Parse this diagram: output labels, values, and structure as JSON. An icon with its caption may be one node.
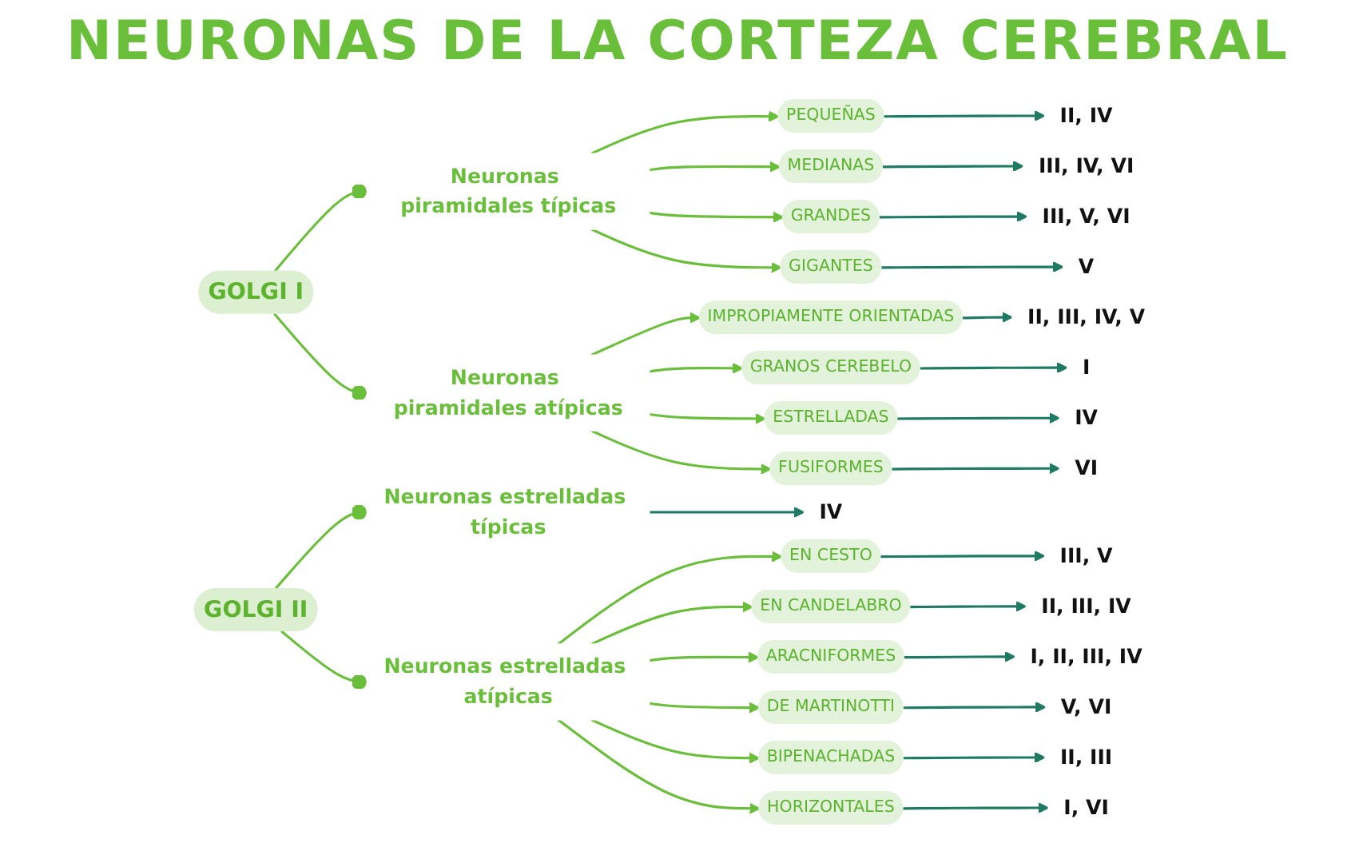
{
  "diagram": {
    "title": "NEURONAS DE LA CORTEZA CEREBRAL",
    "nodes": [
      {
        "text": [
          "GOLGI I"
        ]
      },
      {
        "text": [
          "Neuronas piramidales típicas"
        ]
      },
      {
        "text": [
          "PEQUEÑAS"
        ]
      },
      {
        "text": [
          "II, IV"
        ]
      },
      {
        "text": [
          "MEDIANAS"
        ]
      },
      {
        "text": [
          "III, IV, VI"
        ]
      },
      {
        "text": [
          "GRANDES"
        ]
      },
      {
        "text": [
          "III, V, VI"
        ]
      },
      {
        "text": [
          "GIGANTES"
        ]
      },
      {
        "text": [
          "V"
        ]
      },
      {
        "text": [
          "Neuronas piramidales atípicas"
        ]
      },
      {
        "text": [
          "IMPROPIAMENTE ORIENTADAS"
        ]
      },
      {
        "text": [
          "II, III, IV, V"
        ]
      },
      {
        "text": [
          "GRANOS CEREBELO"
        ]
      },
      {
        "text": [
          "I"
        ]
      },
      {
        "text": [
          "ESTRELLADAS"
        ]
      },
      {
        "text": [
          "IV"
        ]
      },
      {
        "text": [
          "FUSIFORMES"
        ]
      },
      {
        "text": [
          "VI"
        ]
      },
      {
        "text": [
          "GOLGI II"
        ]
      },
      {
        "text": [
          "Neuronas estrelladas típicas"
        ]
      },
      {
        "text": [
          "IV"
        ]
      },
      {
        "text": [
          "Neuronas estrelladas atípicas"
        ]
      },
      {
        "text": [
          "EN CESTO"
        ]
      },
      {
        "text": [
          "III, V"
        ]
      },
      {
        "text": [
          "EN CANDELABRO"
        ]
      },
      {
        "text": [
          "II, III, IV"
        ]
      },
      {
        "text": [
          "ARACNIFORMES"
        ]
      },
      {
        "text": [
          "I, II, III, IV"
        ]
      },
      {
        "text": [
          "DE MARTINOTTI"
        ]
      },
      {
        "text": [
          "V, VI"
        ]
      },
      {
        "text": [
          "BIPENACHADAS"
        ]
      },
      {
        "text": [
          "II, III"
        ]
      },
      {
        "text": [
          "HORIZONTALES"
        ]
      },
      {
        "text": [
          "I, VI"
        ]
      }
    ],
    "edges": [
      {
        "from": 0,
        "to": 1,
        "arrow": "other"
      },
      {
        "from": 0,
        "to": 10,
        "arrow": "other"
      },
      {
        "from": 1,
        "to": 2,
        "arrow": "to"
      },
      {
        "from": 1,
        "to": 4,
        "arrow": "to"
      },
      {
        "from": 1,
        "to": 6,
        "arrow": "to"
      },
      {
        "from": 1,
        "to": 8,
        "arrow": "to"
      },
      {
        "from": 2,
        "to": 3,
        "arrow": "to",
        "color": "#1f7a64"
      },
      {
        "from": 4,
        "to": 5,
        "arrow": "to",
        "color": "#1f7a64"
      },
      {
        "from": 6,
        "to": 7,
        "arrow": "to",
        "color": "#1f7a64"
      },
      {
        "from": 8,
        "to": 9,
        "arrow": "to",
        "color": "#1f7a64"
      },
      {
        "from": 10,
        "to": 11,
        "arrow": "to"
      },
      {
        "from": 10,
        "to": 13,
        "arrow": "to"
      },
      {
        "from": 10,
        "to": 15,
        "arrow": "to"
      },
      {
        "from": 10,
        "to": 17,
        "arrow": "to"
      },
      {
        "from": 11,
        "to": 12,
        "arrow": "to",
        "color": "#1f7a64"
      },
      {
        "from": 13,
        "to": 14,
        "arrow": "to",
        "color": "#1f7a64"
      },
      {
        "from": 15,
        "to": 16,
        "arrow": "to",
        "color": "#1f7a64"
      },
      {
        "from": 17,
        "to": 18,
        "arrow": "to",
        "color": "#1f7a64"
      },
      {
        "from": 19,
        "to": 20,
        "arrow": "other"
      },
      {
        "from": 19,
        "to": 22,
        "arrow": "other"
      },
      {
        "from": 20,
        "to": 21,
        "arrow": "to",
        "color": "#1f7a64"
      },
      {
        "from": 22,
        "to": 23,
        "arrow": "to"
      },
      {
        "from": 22,
        "to": 25,
        "arrow": "to"
      },
      {
        "from": 22,
        "to": 27,
        "arrow": "to"
      },
      {
        "from": 22,
        "to": 29,
        "arrow": "to"
      },
      {
        "from": 22,
        "to": 31,
        "arrow": "to"
      },
      {
        "from": 22,
        "to": 33,
        "arrow": "to"
      },
      {
        "from": 23,
        "to": 24,
        "arrow": "to",
        "color": "#1f7a64"
      },
      {
        "from": 25,
        "to": 26,
        "arrow": "to",
        "color": "#1f7a64"
      },
      {
        "from": 27,
        "to": 28,
        "arrow": "to",
        "color": "#1f7a64"
      },
      {
        "from": 29,
        "to": 30,
        "arrow": "to",
        "color": "#1f7a64"
      },
      {
        "from": 31,
        "to": 32,
        "arrow": "to",
        "color": "#1f7a64"
      },
      {
        "from": 33,
        "to": 34,
        "arrow": "to",
        "color": "#1f7a64"
      }
    ]
  }
}
